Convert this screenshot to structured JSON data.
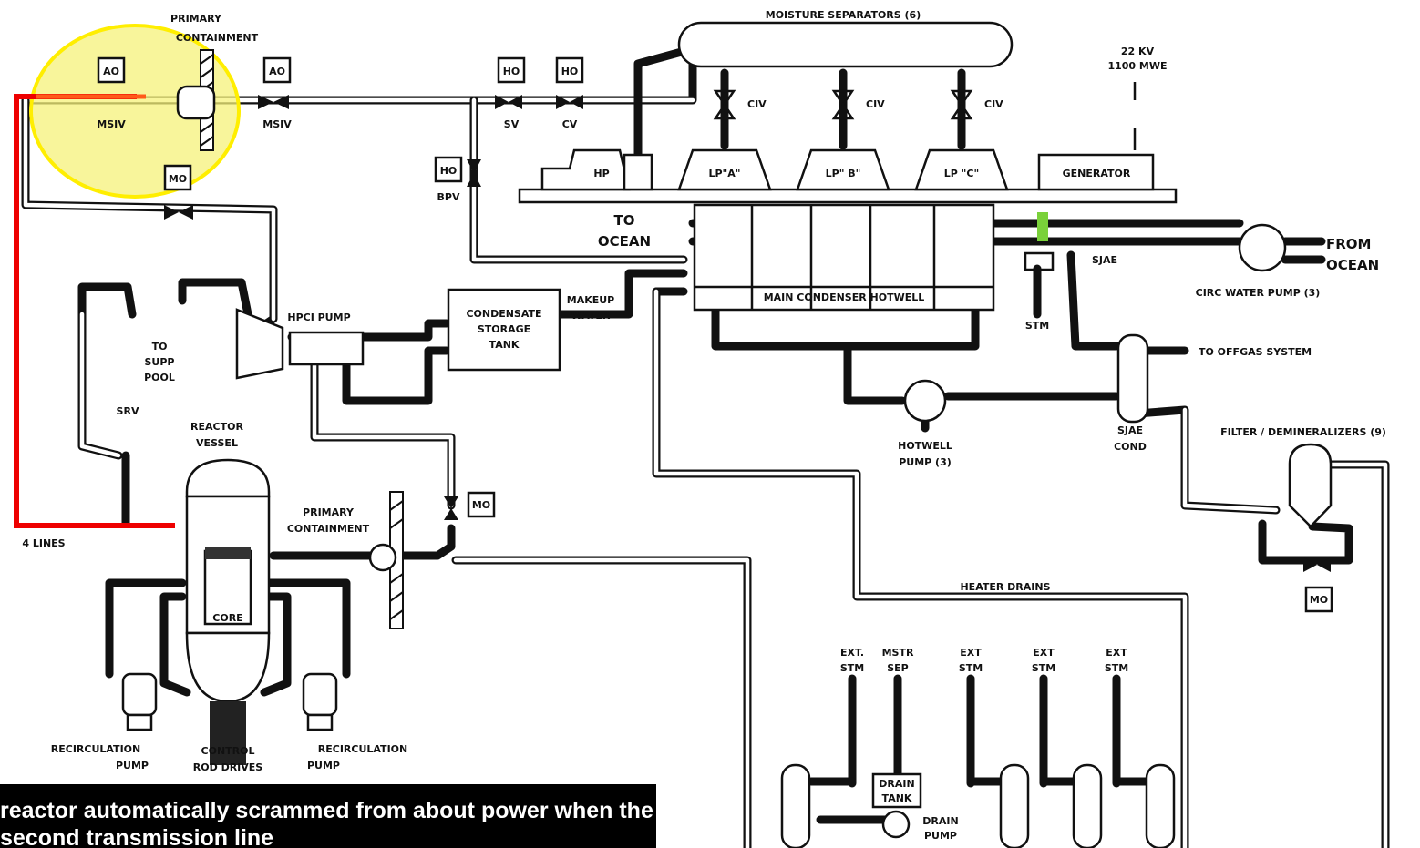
{
  "labels": {
    "primary_containment_top": [
      "PRIMARY",
      "CONTAINMENT"
    ],
    "moisture_separators": "MOISTURE SEPARATORS (6)",
    "generator_rating": [
      "22 KV",
      "1100 MWE"
    ],
    "ao_1": "AO",
    "msiv_1": "MSIV",
    "ao_2": "AO",
    "msiv_2": "MSIV",
    "mo_top": "MO",
    "ho_sv": "HO",
    "sv": "SV",
    "ho_cv": "HO",
    "cv": "CV",
    "ho_bpv": "HO",
    "bpv": "BPV",
    "civ_1": "CIV",
    "civ_2": "CIV",
    "civ_3": "CIV",
    "hp": "HP",
    "lp_a": "LP\"A\"",
    "lp_b": "LP\" B\"",
    "lp_c": "LP \"C\"",
    "generator": "GENERATOR",
    "to_ocean": [
      "TO",
      "OCEAN"
    ],
    "from_ocean": [
      "FROM",
      "OCEAN"
    ],
    "sjae": "SJAE",
    "circ_water_pump": "CIRC WATER PUMP (3)",
    "main_condenser_hotwell": "MAIN CONDENSER HOTWELL",
    "stm": "STM",
    "to_offgas": "TO OFFGAS SYSTEM",
    "hpci_pump": "HPCI PUMP",
    "makeup_water": [
      "MAKEUP",
      "WATER"
    ],
    "condensate_storage_tank": [
      "CONDENSATE",
      "STORAGE",
      "TANK"
    ],
    "to_supp_pool": [
      "TO",
      "SUPP",
      "POOL"
    ],
    "srv": "SRV",
    "reactor_vessel": [
      "REACTOR",
      "VESSEL"
    ],
    "hotwell_pump": [
      "HOTWELL",
      "PUMP (3)"
    ],
    "sjae_cond": [
      "SJAE",
      "COND"
    ],
    "filter_demineralizers": "FILTER / DEMINERALIZERS (9)",
    "mo_mid": "MO",
    "primary_containment_low": [
      "PRIMARY",
      "CONTAINMENT"
    ],
    "four_lines": "4 LINES",
    "core": "CORE",
    "mo_right": "MO",
    "heater_drains": "HEATER DRAINS",
    "ext_stm_1": [
      "EXT.",
      "STM"
    ],
    "mstr_sep": [
      "MSTR",
      "SEP"
    ],
    "ext_stm_2": [
      "EXT",
      "STM"
    ],
    "ext_stm_3": [
      "EXT",
      "STM"
    ],
    "ext_stm_4": [
      "EXT",
      "STM"
    ],
    "drain_tank": [
      "DRAIN",
      "TANK"
    ],
    "drain_pump": [
      "DRAIN",
      "PUMP"
    ],
    "recirc_pump_left": [
      "RECIRCULATION",
      "PUMP"
    ],
    "control_rod_drives": [
      "CONTROL",
      "ROD DRIVES"
    ],
    "recirc_pump_right": [
      "RECIRCULATION",
      "PUMP"
    ]
  },
  "caption": "reactor automatically scrammed from about power when the second transmission line",
  "colors": {
    "highlight_circle_fill": "#f5f27a",
    "highlight_circle_stroke": "#ffee00",
    "highlight_path": "#ee0000",
    "orange_segment": "#ff5a1a",
    "green_marker": "#7ad13a",
    "caption_bg": "#000000",
    "caption_text": "#ffffff"
  }
}
